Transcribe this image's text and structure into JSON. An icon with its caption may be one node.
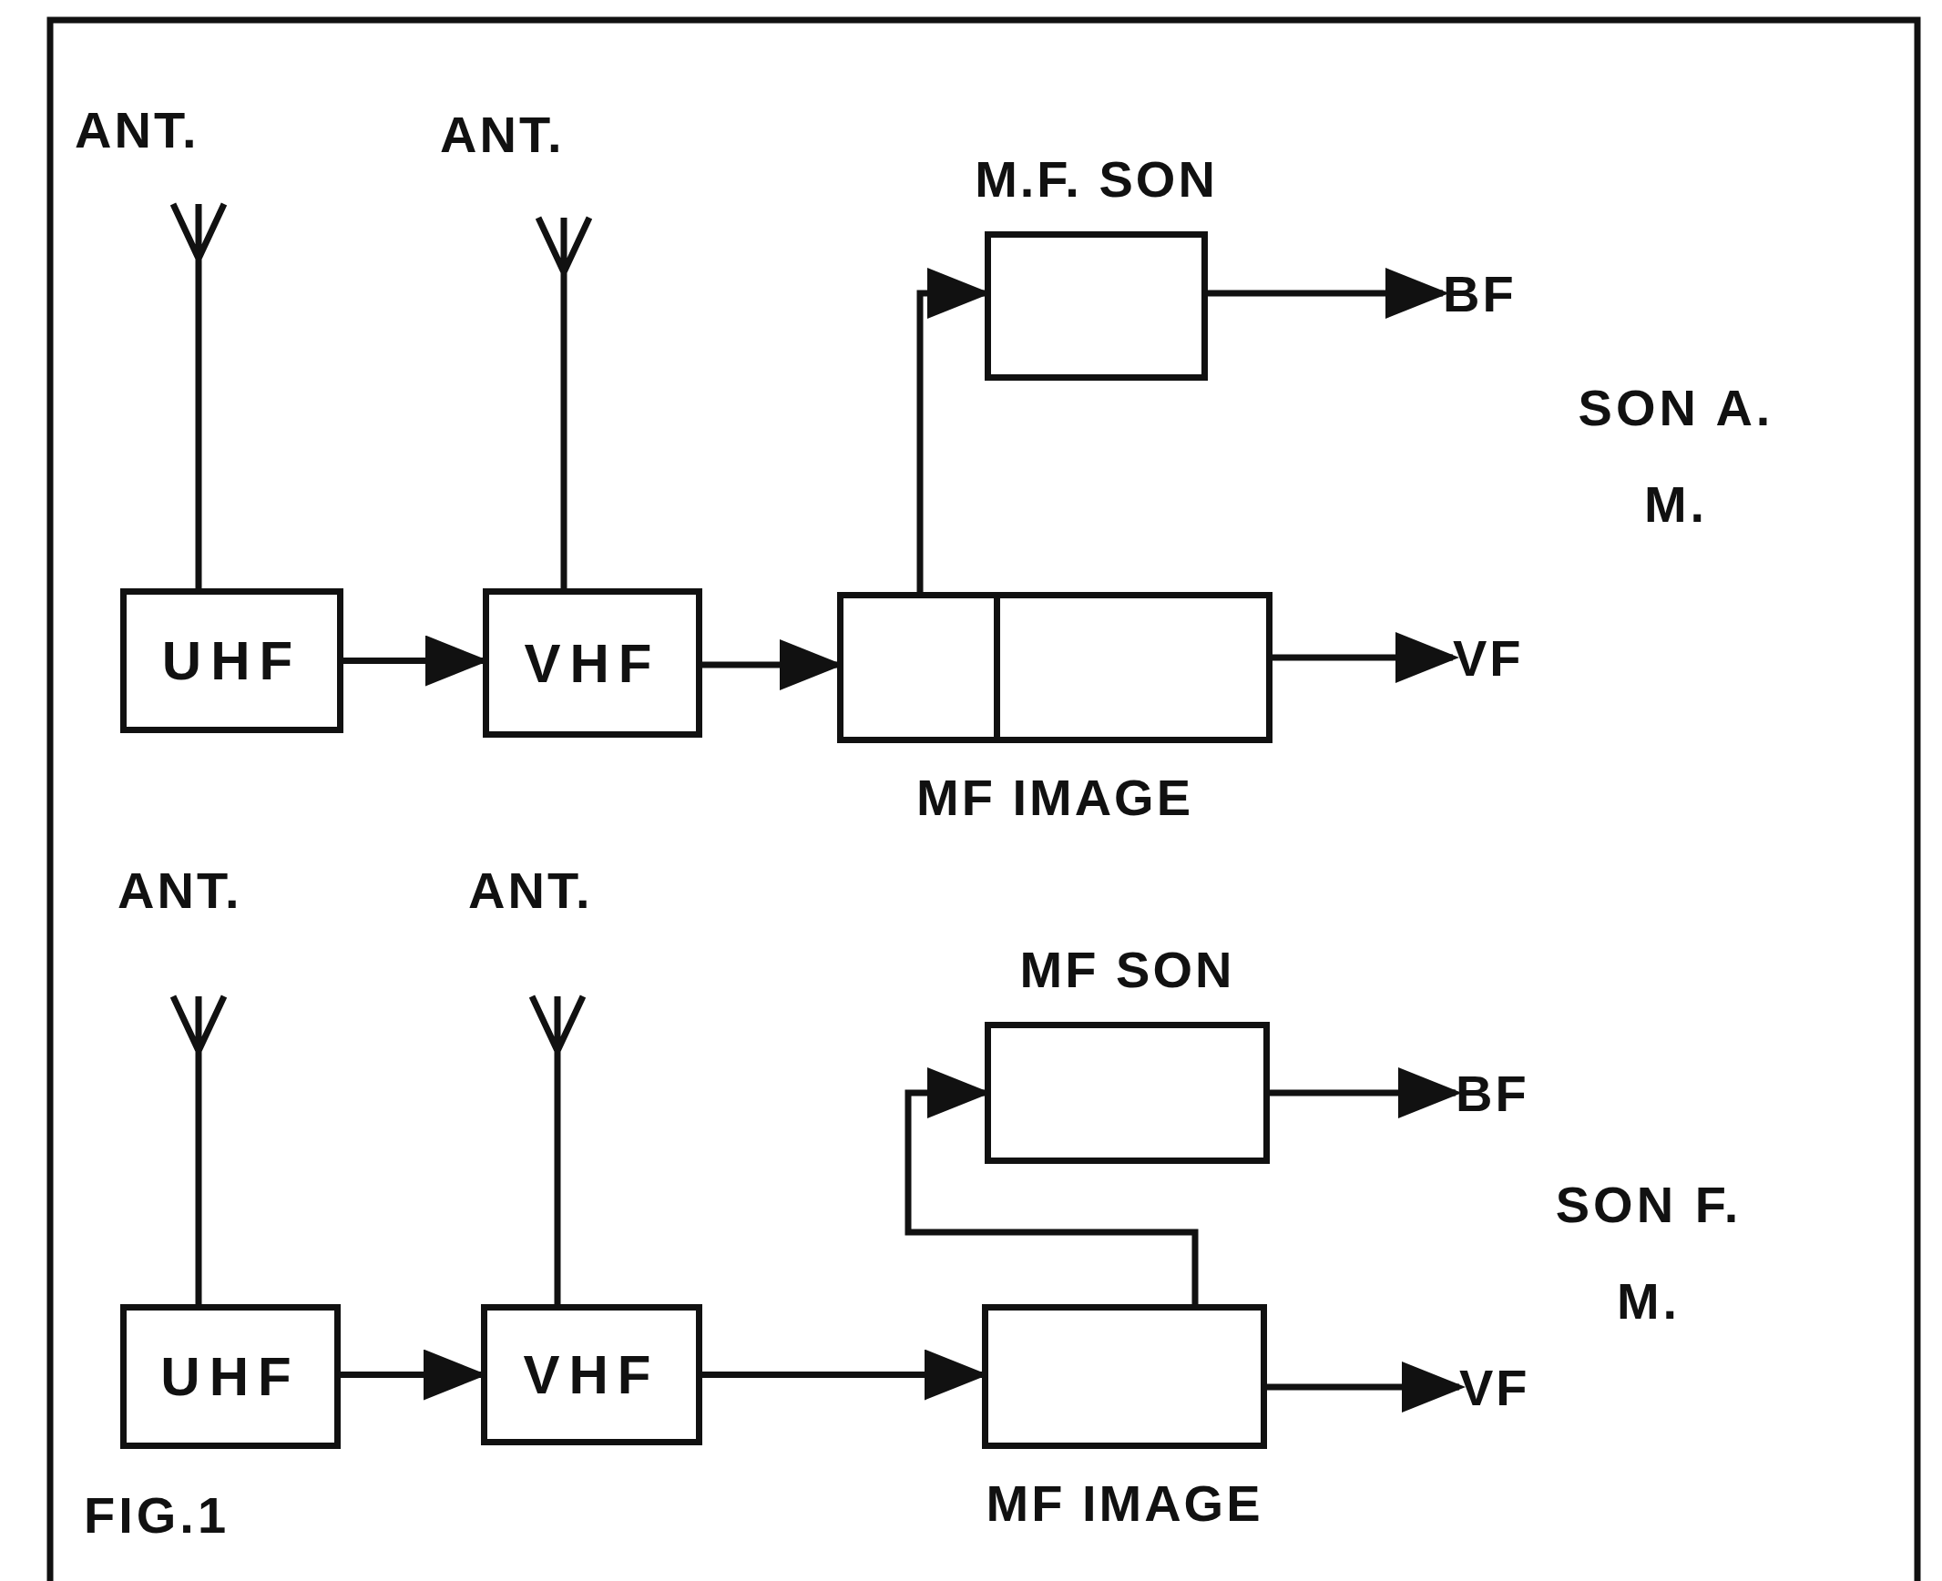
{
  "diagram": {
    "nodes": [
      {
        "text": [
          "ANT."
        ]
      },
      {
        "text": [
          "ANT."
        ]
      },
      {
        "text": [
          "M.F. SON"
        ]
      },
      {
        "text": [
          "UHF"
        ]
      },
      {
        "text": [
          "VHF"
        ]
      },
      {
        "text": [
          "MF IMAGE"
        ]
      },
      {
        "text": [
          "BF"
        ]
      },
      {
        "text": [
          "VF"
        ]
      },
      {
        "text": [
          "ANT."
        ]
      },
      {
        "text": [
          "ANT."
        ]
      },
      {
        "text": [
          "MF SON"
        ]
      },
      {
        "text": [
          "UHF"
        ]
      },
      {
        "text": [
          "VHF"
        ]
      },
      {
        "text": [
          "MF IMAGE"
        ]
      },
      {
        "text": [
          "BF"
        ]
      },
      {
        "text": [
          "VF"
        ]
      }
    ],
    "edges": [
      {
        "from": 0,
        "to": 3,
        "arrow": "none"
      },
      {
        "from": 1,
        "to": 4,
        "arrow": "none"
      },
      {
        "from": 3,
        "to": 4,
        "arrow": "to"
      },
      {
        "from": 4,
        "to": 5,
        "arrow": "to"
      },
      {
        "from": 5,
        "to": 2,
        "arrow": "to"
      },
      {
        "from": 2,
        "to": 6,
        "arrow": "to"
      },
      {
        "from": 5,
        "to": 7,
        "arrow": "to"
      },
      {
        "from": 8,
        "to": 11,
        "arrow": "none"
      },
      {
        "from": 9,
        "to": 12,
        "arrow": "none"
      },
      {
        "from": 11,
        "to": 12,
        "arrow": "to"
      },
      {
        "from": 12,
        "to": 13,
        "arrow": "to"
      },
      {
        "from": 13,
        "to": 10,
        "arrow": "to"
      },
      {
        "from": 10,
        "to": 14,
        "arrow": "to"
      },
      {
        "from": 13,
        "to": 15,
        "arrow": "to"
      }
    ],
    "labels": [
      "SON A. M.",
      "SON F. M.",
      "FIG.1"
    ]
  }
}
